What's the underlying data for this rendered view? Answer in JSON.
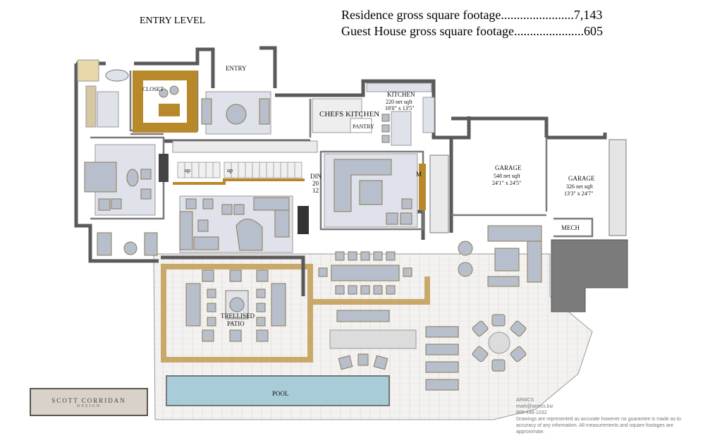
{
  "header": {
    "level_title": "ENTRY LEVEL",
    "residence_footage": "Residence gross square footage.......................7,143",
    "guest_footage": "Guest House gross square footage......................605"
  },
  "rooms": {
    "entry": "ENTRY",
    "closet": "CLOSET",
    "chefs_kitchen": "CHEFS KITCHEN",
    "pantry": "PANTRY",
    "kitchen_name": "KITCHEN",
    "kitchen_area": "220 net sqft",
    "kitchen_dims": "18'0\" x 13'5\"",
    "dining_partial": "DIN",
    "dining_line2": "20",
    "dining_line3": "12",
    "family_partial": "M",
    "garage1_name": "GARAGE",
    "garage1_area": "548 net sqft",
    "garage1_dims": "24'1\" x 24'5\"",
    "garage2_name": "GARAGE",
    "garage2_area": "326 net sqft",
    "garage2_dims": "13'3\" x 24'7\"",
    "mech": "MECH",
    "trellised_line1": "TRELLISED",
    "trellised_line2": "PATIO",
    "pool": "POOL",
    "stair_up_1": "up",
    "stair_up_2": "up"
  },
  "logo": {
    "name": "SCOTT CORRIDAN",
    "sub": "DESIGN"
  },
  "credit": {
    "firm": "ARMCS",
    "email": "mark@armcs.biz",
    "phone": "805-448-1032",
    "disclaimer": "Drawings are represented as accurate however no guarantee is made as to accuracy of any information. All measurements and square footages are approximate."
  },
  "colors": {
    "wall": "#5a5a5a",
    "furniture": "#b8bfcc",
    "furniture_outline": "#8a7a55",
    "rug": "#dfe2ea",
    "gold": "#b8892a",
    "stone": "#f1f0ee",
    "planter": "#c9a96a",
    "pool_water": "#a8ccd8",
    "garage_roof": "#7b7b7b"
  }
}
